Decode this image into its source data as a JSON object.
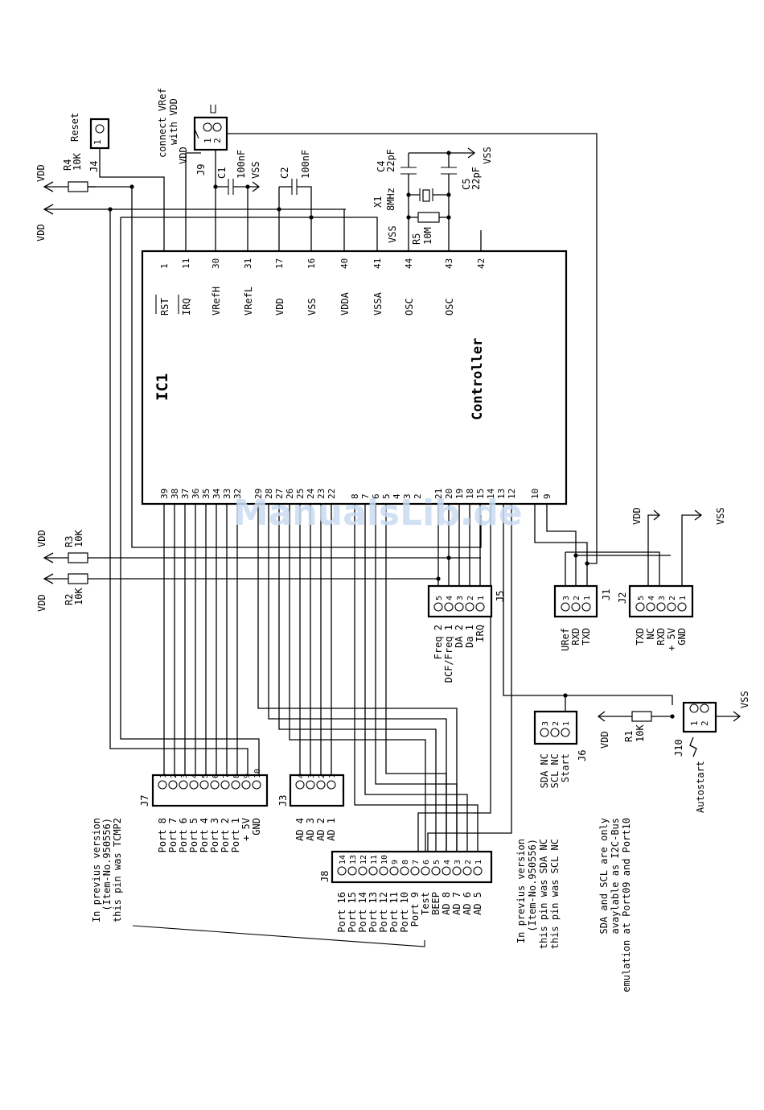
{
  "ic1": {
    "ref": "IC1",
    "name": "Controller",
    "top_pins": [
      {
        "num": "1",
        "name": "RST"
      },
      {
        "num": "11",
        "name": "IRQ"
      },
      {
        "num": "30",
        "name": "VRefH"
      },
      {
        "num": "31",
        "name": "VRefL"
      },
      {
        "num": "17",
        "name": "VDD"
      },
      {
        "num": "16",
        "name": "VSS"
      },
      {
        "num": "40",
        "name": "VDDA"
      },
      {
        "num": "41",
        "name": "VSSA"
      },
      {
        "num": "44",
        "name": "OSC"
      },
      {
        "num": "43",
        "name": "OSC"
      },
      {
        "num": "42",
        "name": ""
      }
    ],
    "bottom_pins": [
      "39",
      "38",
      "37",
      "36",
      "35",
      "34",
      "33",
      "32",
      "29",
      "28",
      "27",
      "26",
      "25",
      "24",
      "23",
      "22",
      "8",
      "7",
      "6",
      "5",
      "4",
      "3",
      "2",
      "21",
      "20",
      "19",
      "18",
      "15",
      "14",
      "13",
      "12",
      "10",
      "9"
    ]
  },
  "labels": {
    "vdd": "VDD",
    "vss": "VSS",
    "reset": "Reset",
    "connect_vref": "connect VRef",
    "with_vdd": "with VDD",
    "x1": "X1",
    "mhz": "8MHz",
    "autostart": "Autostart"
  },
  "components": {
    "r1": {
      "ref": "R1",
      "value": "10K"
    },
    "r2": {
      "ref": "R2",
      "value": "10K"
    },
    "r3": {
      "ref": "R3",
      "value": "10K"
    },
    "r4": {
      "ref": "R4",
      "value": "10K"
    },
    "r5": {
      "ref": "R5",
      "value": "10M"
    },
    "c1": {
      "ref": "C1",
      "value": "100nF"
    },
    "c2": {
      "ref": "C2",
      "value": "100nF"
    },
    "c4": {
      "ref": "C4",
      "value": "22pF"
    },
    "c5": {
      "ref": "C5",
      "value": "22pF"
    }
  },
  "connectors": {
    "j1": {
      "ref": "J1",
      "pins": [
        "3",
        "2",
        "1"
      ],
      "labels": [
        "URef",
        "RXD",
        "TXD"
      ]
    },
    "j2": {
      "ref": "J2",
      "pins": [
        "5",
        "4",
        "3",
        "2",
        "1"
      ],
      "labels": [
        "TXD",
        "NC",
        "RXD",
        "+ 5V",
        "GND"
      ]
    },
    "j3": {
      "ref": "J3",
      "pins": [
        "4",
        "3",
        "2",
        "1"
      ],
      "labels": [
        "AD 4",
        "AD 3",
        "AD 2",
        "AD 1"
      ]
    },
    "j4": {
      "ref": "J4",
      "pins": [
        "1"
      ]
    },
    "j5": {
      "ref": "J5",
      "pins": [
        "5",
        "4",
        "3",
        "2",
        "1"
      ],
      "labels": [
        "Freq 2",
        "DCF/Freq 1",
        "DA 2",
        "Da 1",
        "IRQ"
      ]
    },
    "j6": {
      "ref": "J6",
      "pins": [
        "3",
        "2",
        "1"
      ],
      "labels": [
        "SDA NC",
        "SCL NC",
        "Start"
      ]
    },
    "j7": {
      "ref": "J7",
      "pins": [
        "1",
        "2",
        "3",
        "4",
        "5",
        "6",
        "7",
        "8",
        "9",
        "10"
      ],
      "labels": [
        "Port 8",
        "Port 7",
        "Port 6",
        "Port 5",
        "Port 4",
        "Port 3",
        "Port 2",
        "Port 1",
        "+ 5V",
        "GND"
      ]
    },
    "j8": {
      "ref": "J8",
      "pins": [
        "14",
        "13",
        "12",
        "11",
        "10",
        "9",
        "8",
        "7",
        "6",
        "5",
        "4",
        "3",
        "2",
        "1"
      ],
      "labels": [
        "Port 16",
        "Port 15",
        "Port 14",
        "Port 13",
        "Port 12",
        "Port 11",
        "Port 10",
        "Port 9",
        "Test",
        "BEEP",
        "AD 8",
        "AD 7",
        "AD 6",
        "AD 5"
      ]
    },
    "j9": {
      "ref": "J9",
      "pins": [
        "1",
        "2"
      ]
    },
    "j10": {
      "ref": "J10",
      "pins": [
        "1",
        "2"
      ]
    }
  },
  "notes": {
    "note1": [
      "In previus version",
      "(Item-No.950556)",
      "this pin was TCMP2"
    ],
    "note2": [
      "In previus version",
      "(Item-No.950556)",
      "this pin was SDA NC",
      "this pin was SCL NC"
    ],
    "note3": [
      "SDA and SCL are only",
      "avaylable as I2C-Bus",
      "emulation at Port09 and Port10"
    ]
  },
  "watermark": "ManualsLib.de"
}
